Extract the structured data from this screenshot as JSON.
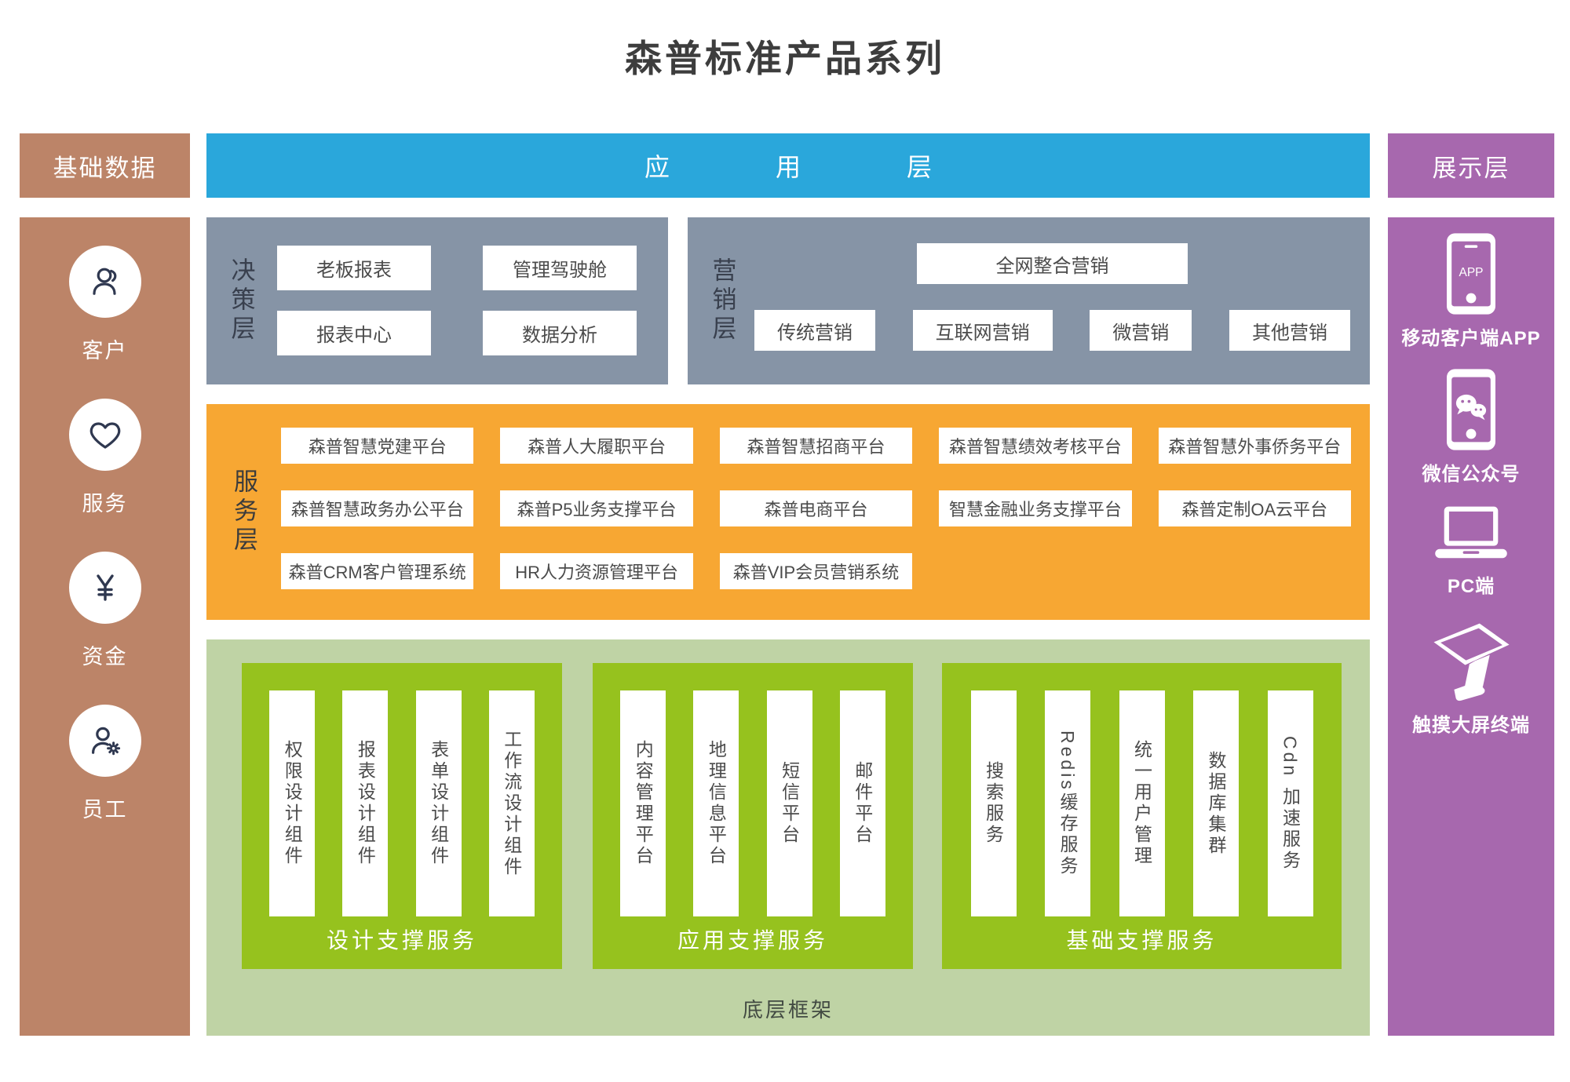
{
  "title": "森普标准产品系列",
  "colors": {
    "left_panel": "#bc8468",
    "app_banner": "#2aa7db",
    "layer_gray": "#8694a6",
    "service_orange": "#f7a733",
    "framework_light_green": "#bfd3a5",
    "framework_green": "#96c21e",
    "display_purple": "#a768ae",
    "icon_stroke": "#2f3850",
    "title_text": "#3d3d3d"
  },
  "left_panel": {
    "header": "基础数据",
    "items": [
      {
        "label": "客户",
        "icon": "person-icon"
      },
      {
        "label": "服务",
        "icon": "heart-icon"
      },
      {
        "label": "资金",
        "icon": "yen-icon"
      },
      {
        "label": "员工",
        "icon": "person-gear-icon"
      }
    ]
  },
  "app_layer": {
    "label": "应用层"
  },
  "decision_layer": {
    "label": "决策层",
    "items": [
      "老板报表",
      "管理驾驶舱",
      "报表中心",
      "数据分析"
    ]
  },
  "marketing_layer": {
    "label": "营销层",
    "featured": "全网整合营销",
    "items": [
      "传统营销",
      "互联网营销",
      "微营销",
      "其他营销"
    ]
  },
  "service_layer": {
    "label": "服务层",
    "rows": [
      [
        "森普智慧党建平台",
        "森普人大履职平台",
        "森普智慧招商平台",
        "森普智慧绩效考核平台",
        "森普智慧外事侨务平台"
      ],
      [
        "森普智慧政务办公平台",
        "森普P5业务支撑平台",
        "森普电商平台",
        "智慧金融业务支撑平台",
        "森普定制OA云平台"
      ],
      [
        "森普CRM客户管理系统",
        "HR人力资源管理平台",
        "森普VIP会员营销系统"
      ]
    ]
  },
  "framework": {
    "label": "底层框架",
    "boxes": [
      {
        "title": "设计支撑服务",
        "columns": [
          "权限设计组件",
          "报表设计组件",
          "表单设计组件",
          "工作流设计组件"
        ]
      },
      {
        "title": "应用支撑服务",
        "columns": [
          "内容管理平台",
          "地理信息平台",
          "短信平台",
          "邮件平台"
        ]
      },
      {
        "title": "基础支撑服务",
        "columns": [
          "搜索服务",
          "Redis缓存服务",
          "统一用户管理",
          "数据库集群",
          "Cdn 加速服务"
        ]
      }
    ]
  },
  "display_panel": {
    "header": "展示层",
    "app_badge": "APP",
    "items": [
      {
        "label": "移动客户端APP",
        "icon": "app-phone-icon"
      },
      {
        "label": "微信公众号",
        "icon": "wechat-icon"
      },
      {
        "label": "PC端",
        "icon": "laptop-icon"
      },
      {
        "label": "触摸大屏终端",
        "icon": "kiosk-icon"
      }
    ]
  }
}
